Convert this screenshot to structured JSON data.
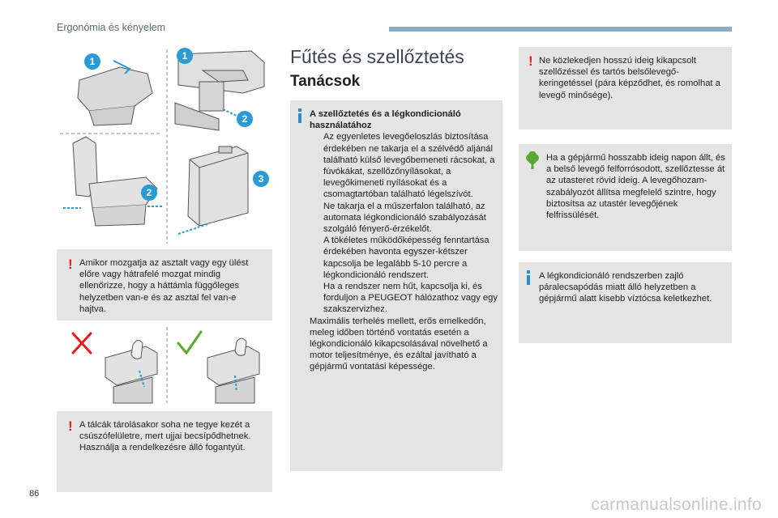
{
  "header": {
    "section": "Ergonómia és kényelem"
  },
  "page_number": "86",
  "watermark": "carmanualsonline.info",
  "left": {
    "figure_top_badges": [
      "1",
      "1",
      "2"
    ],
    "figure_mid_badges": [
      "2",
      "3"
    ],
    "warning_1": "Amikor mozgatja az asztalt vagy egy ülést előre vagy hátrafelé mozgat mindig ellenőrizze, hogy a háttámla függőleges helyzetben van-e és az asztal fel van-e hajtva.",
    "warning_2": "A tálcák tárolásakor soha ne tegye kezét a csúszófelületre, mert ujjai becsípődhetnek. Használja a rendelkezésre álló fogantyút."
  },
  "middle": {
    "title": "Fűtés és szellőztetés",
    "subtitle": "Tanácsok",
    "box_heading_1": "A szellőztetés és a légkondicionáló",
    "box_heading_2": "használatához",
    "bullets": [
      "Az egyenletes levegőeloszlás biztosítása érdekében ne takarja el a szélvédő aljánál található külső levegőbemeneti rácsokat, a fúvókákat, szellőzőnyílásokat, a levegőkimeneti nyílásokat és a csomagtartóban található légelszívót.",
      "Ne takarja el a műszerfalon található, az automata légkondicionáló szabályozását szolgáló fényerő-érzékelőt.",
      "A tökéletes működőképesség fenntartása érdekében havonta egyszer-kétszer kapcsolja be legalább 5-10 percre a légkondicionáló rendszert.",
      "Ha a rendszer nem hűt, kapcsolja ki, és forduljon a PEUGEOT hálózathoz vagy egy szakszervizhez."
    ],
    "bullet_symbol": "",
    "paragraph": "Maximális terhelés mellett, erős emelkedőn, meleg időben történő vontatás esetén a légkondicionáló kikapcsolásával növelhető a motor teljesítménye, és ezáltal javítható a gépjármű vontatási képessége."
  },
  "right": {
    "warning": "Ne közlekedjen hosszú ideig kikapcsolt szellőzéssel és tartós belsőlevegő-keringetéssel (pára képződhet, és romolhat a levegő minősége).",
    "eco": "Ha a gépjármű hosszabb ideig napon állt, és a belső levegő felforrósodott, szellőztesse át az utasteret rövid ideig. A levegőhozam-szabályozót állítsa megfelelő szintre, hogy biztosítsa az utastér levegőjének felfrissülését.",
    "info": "A légkondicionáló rendszerben zajló páralecsapódás miatt álló helyzetben a gépjármű alatt kisebb víztócsa keletkezhet."
  },
  "colors": {
    "badge": "#2a9bd4",
    "warning": "#e31b23",
    "info": "#2d8ad0",
    "eco": "#5aa832",
    "box": "#e4e4e4",
    "header_bar": "#8dafc2"
  },
  "icons": {
    "warning": "exclamation-icon",
    "info": "info-icon",
    "eco": "tree-icon",
    "wrong": "cross-icon",
    "right": "check-icon"
  },
  "warning_symbol": "!"
}
